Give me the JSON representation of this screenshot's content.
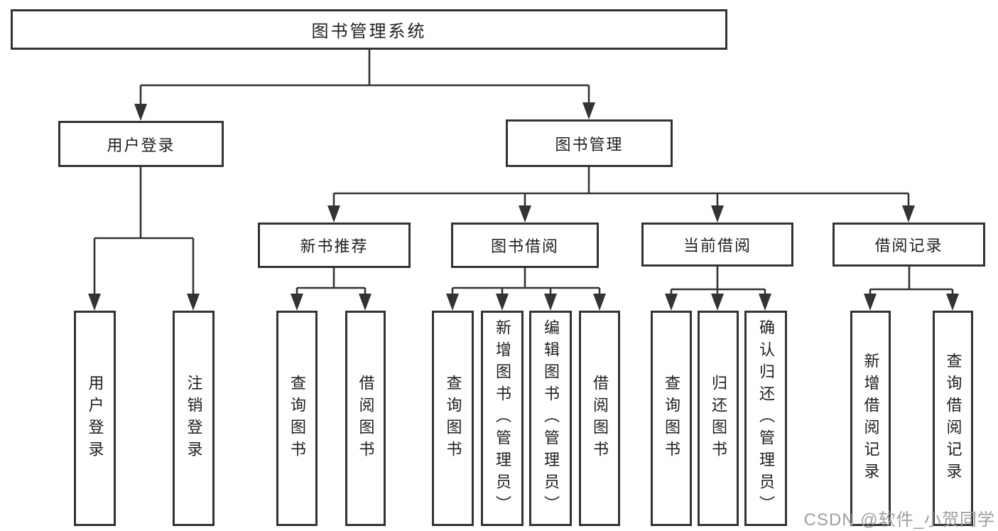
{
  "nodes": {
    "root": "图书管理系统",
    "user_login": "用户登录",
    "book_mgmt": "图书管理",
    "new_book_rec": "新书推荐",
    "book_borrow": "图书借阅",
    "current_borrow": "当前借阅",
    "borrow_record": "借阅记录",
    "user_login_leaf": "用户登录",
    "logout_leaf": "注销登录",
    "query_book_a": "查询图书",
    "borrow_book_a": "借阅图书",
    "query_book_b": "查询图书",
    "add_book_admin": "新增图书（管理员）",
    "edit_book_admin": "编辑图书（管理员）",
    "borrow_book_b": "借阅图书",
    "query_book_c": "查询图书",
    "return_book": "归还图书",
    "confirm_return_admin": "确认归还（管理员）",
    "add_borrow_record": "新增借阅记录",
    "query_borrow_record": "查询借阅记录"
  },
  "edges": [
    {
      "from": "root",
      "to": "user_login"
    },
    {
      "from": "root",
      "to": "book_mgmt"
    },
    {
      "from": "user_login",
      "to": "user_login_leaf"
    },
    {
      "from": "user_login",
      "to": "logout_leaf"
    },
    {
      "from": "book_mgmt",
      "to": "new_book_rec"
    },
    {
      "from": "book_mgmt",
      "to": "book_borrow"
    },
    {
      "from": "book_mgmt",
      "to": "current_borrow"
    },
    {
      "from": "book_mgmt",
      "to": "borrow_record"
    },
    {
      "from": "new_book_rec",
      "to": "query_book_a"
    },
    {
      "from": "new_book_rec",
      "to": "borrow_book_a"
    },
    {
      "from": "book_borrow",
      "to": "query_book_b"
    },
    {
      "from": "book_borrow",
      "to": "add_book_admin"
    },
    {
      "from": "book_borrow",
      "to": "edit_book_admin"
    },
    {
      "from": "book_borrow",
      "to": "borrow_book_b"
    },
    {
      "from": "current_borrow",
      "to": "query_book_c"
    },
    {
      "from": "current_borrow",
      "to": "return_book"
    },
    {
      "from": "current_borrow",
      "to": "confirm_return_admin"
    },
    {
      "from": "borrow_record",
      "to": "add_borrow_record"
    },
    {
      "from": "borrow_record",
      "to": "query_borrow_record"
    }
  ],
  "watermark": "CSDN @软件_小贺同学",
  "colors": {
    "line": "#333333",
    "text": "#1f1f1f",
    "background": "#ffffff",
    "watermark": "#9e9e9e"
  }
}
